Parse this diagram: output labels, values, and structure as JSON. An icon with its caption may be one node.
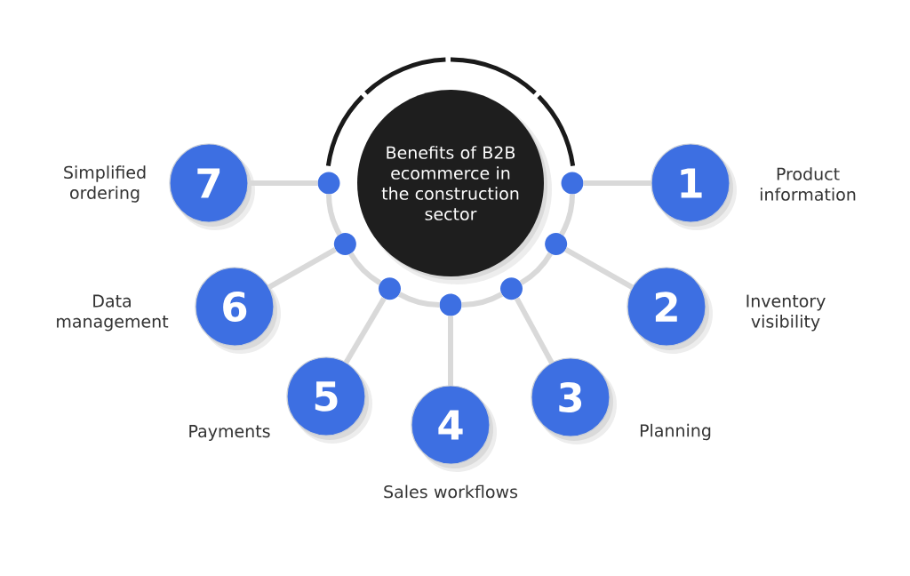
{
  "diagram": {
    "nodes": [
      {
        "text": [
          "Benefits of B2B ecommerce in the construction sector"
        ]
      },
      {
        "text": [
          "1"
        ],
        "beside": [
          "Product information"
        ]
      },
      {
        "text": [
          "2"
        ],
        "beside": [
          "Inventory visibility"
        ]
      },
      {
        "text": [
          "3"
        ],
        "beside": [
          "Planning"
        ]
      },
      {
        "text": [
          "4"
        ],
        "beside": [
          "Sales workflows"
        ]
      },
      {
        "text": [
          "5"
        ],
        "beside": [
          "Payments"
        ]
      },
      {
        "text": [
          "6"
        ],
        "beside": [
          "Data management"
        ]
      },
      {
        "text": [
          "7"
        ],
        "beside": [
          "Simplified ordering"
        ]
      },
      {
        "text": [],
        "shape": "circle"
      },
      {
        "text": [],
        "shape": "circle"
      },
      {
        "text": [],
        "shape": "circle"
      },
      {
        "text": [],
        "shape": "circle"
      },
      {
        "text": [],
        "shape": "circle"
      },
      {
        "text": [],
        "shape": "circle"
      },
      {
        "text": [],
        "shape": "circle"
      }
    ],
    "edges": [
      {
        "from": 14,
        "to": 1,
        "arrow": "none"
      },
      {
        "from": 13,
        "to": 2,
        "arrow": "none"
      },
      {
        "from": 12,
        "to": 3,
        "arrow": "none"
      },
      {
        "from": 11,
        "to": 4,
        "arrow": "none"
      },
      {
        "from": 10,
        "to": 5,
        "arrow": "none"
      },
      {
        "from": 9,
        "to": 6,
        "arrow": "none"
      },
      {
        "from": 8,
        "to": 7,
        "arrow": "none"
      },
      {
        "from": 8,
        "to": 9,
        "arrow": "none"
      },
      {
        "from": 9,
        "to": 10,
        "arrow": "none"
      },
      {
        "from": 10,
        "to": 11,
        "arrow": "none"
      },
      {
        "from": 11,
        "to": 12,
        "arrow": "none"
      },
      {
        "from": 12,
        "to": 13,
        "arrow": "none"
      },
      {
        "from": 13,
        "to": 14,
        "arrow": "none"
      }
    ]
  }
}
